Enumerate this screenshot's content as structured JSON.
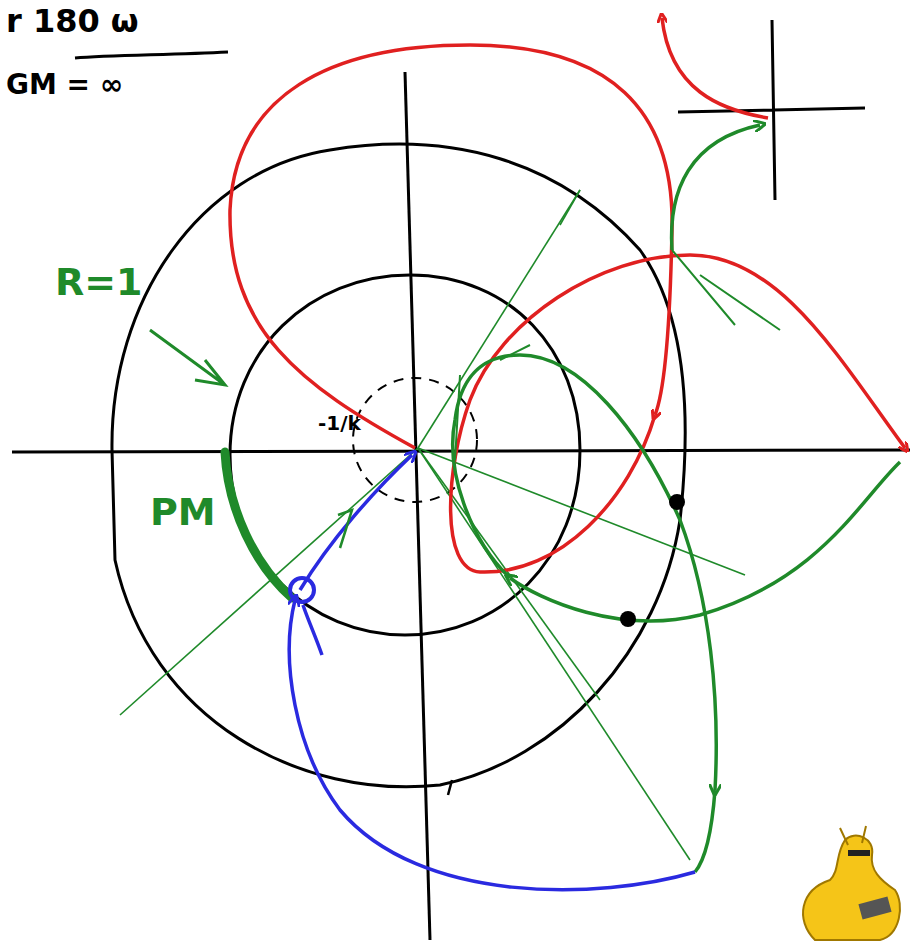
{
  "diagram": {
    "labels": [
      "r 180 ω",
      "GM = ∞",
      "R=1",
      "PM",
      "-1/k"
    ]
  }
}
